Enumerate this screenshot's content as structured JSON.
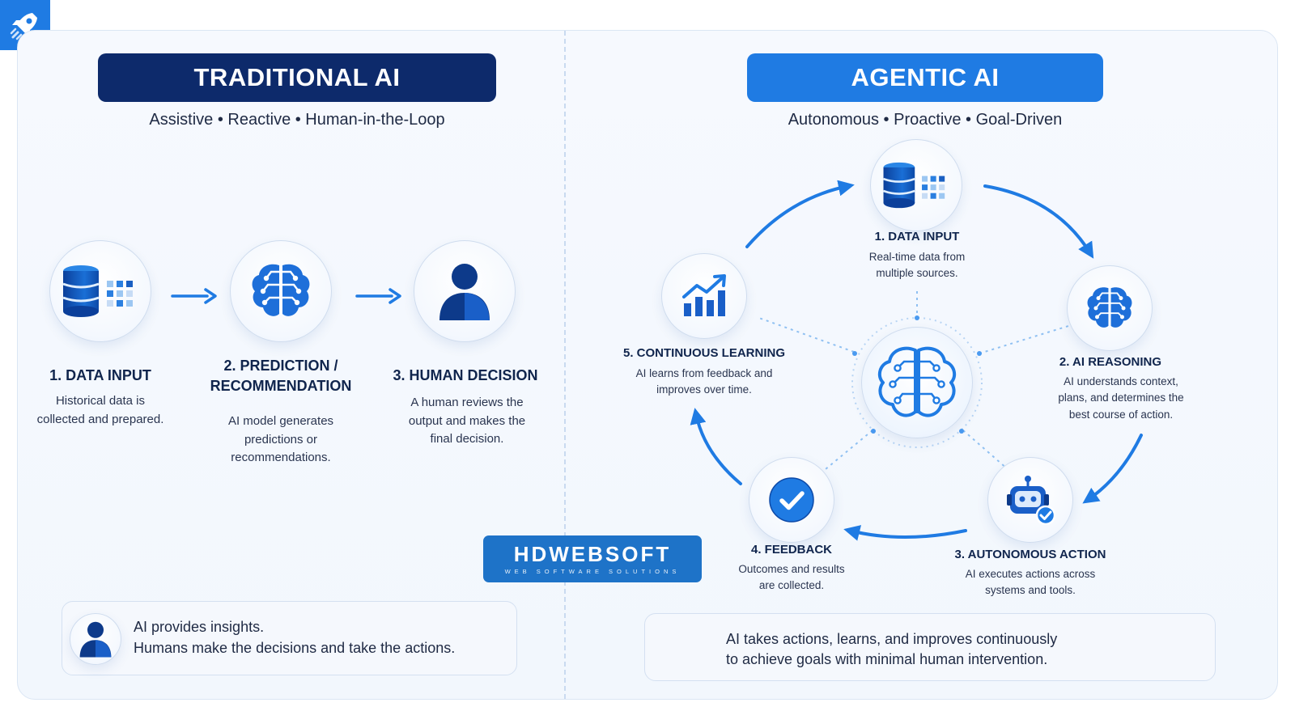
{
  "traditional": {
    "title": "TRADITIONAL AI",
    "subtitle": "Assistive • Reactive • Human-in-the-Loop",
    "steps": [
      {
        "title": "1. DATA INPUT",
        "desc": "Historical data is collected and prepared.",
        "icon": "database-icon"
      },
      {
        "title": "2. PREDICTION / RECOMMENDATION",
        "desc": "AI model generates predictions or recommendations.",
        "icon": "brain-icon"
      },
      {
        "title": "3. HUMAN DECISION",
        "desc": "A human reviews the output and makes the final decision.",
        "icon": "person-icon"
      }
    ],
    "summary_line1": "AI provides insights.",
    "summary_line2": "Humans make the decisions and take the actions."
  },
  "agentic": {
    "title": "AGENTIC AI",
    "subtitle": "Autonomous • Proactive • Goal-Driven",
    "steps": [
      {
        "title": "1. DATA INPUT",
        "desc": "Real-time data from multiple sources.",
        "icon": "database-icon"
      },
      {
        "title": "2. AI REASONING",
        "desc": "AI understands context, plans, and determines the best course of action.",
        "icon": "brain-icon"
      },
      {
        "title": "3. AUTONOMOUS ACTION",
        "desc": "AI executes actions across systems and tools.",
        "icon": "robot-icon"
      },
      {
        "title": "4. FEEDBACK",
        "desc": "Outcomes and results are collected.",
        "icon": "checkmark-icon"
      },
      {
        "title": "5. CONTINUOUS LEARNING",
        "desc": "AI learns from feedback and improves over time.",
        "icon": "growth-chart-icon"
      }
    ],
    "center_icon": "brain-circuit-icon",
    "summary_line1": "AI takes actions, learns, and improves continuously",
    "summary_line2": "to achieve goals with minimal human intervention."
  },
  "logo": {
    "name": "HDWEBSOFT",
    "tagline": "WEB SOFTWARE SOLUTIONS"
  },
  "colors": {
    "navy": "#0d2a6b",
    "blue": "#1f7be3",
    "icon_blue": "#1565c0",
    "accent_light": "#8fc0f2"
  }
}
